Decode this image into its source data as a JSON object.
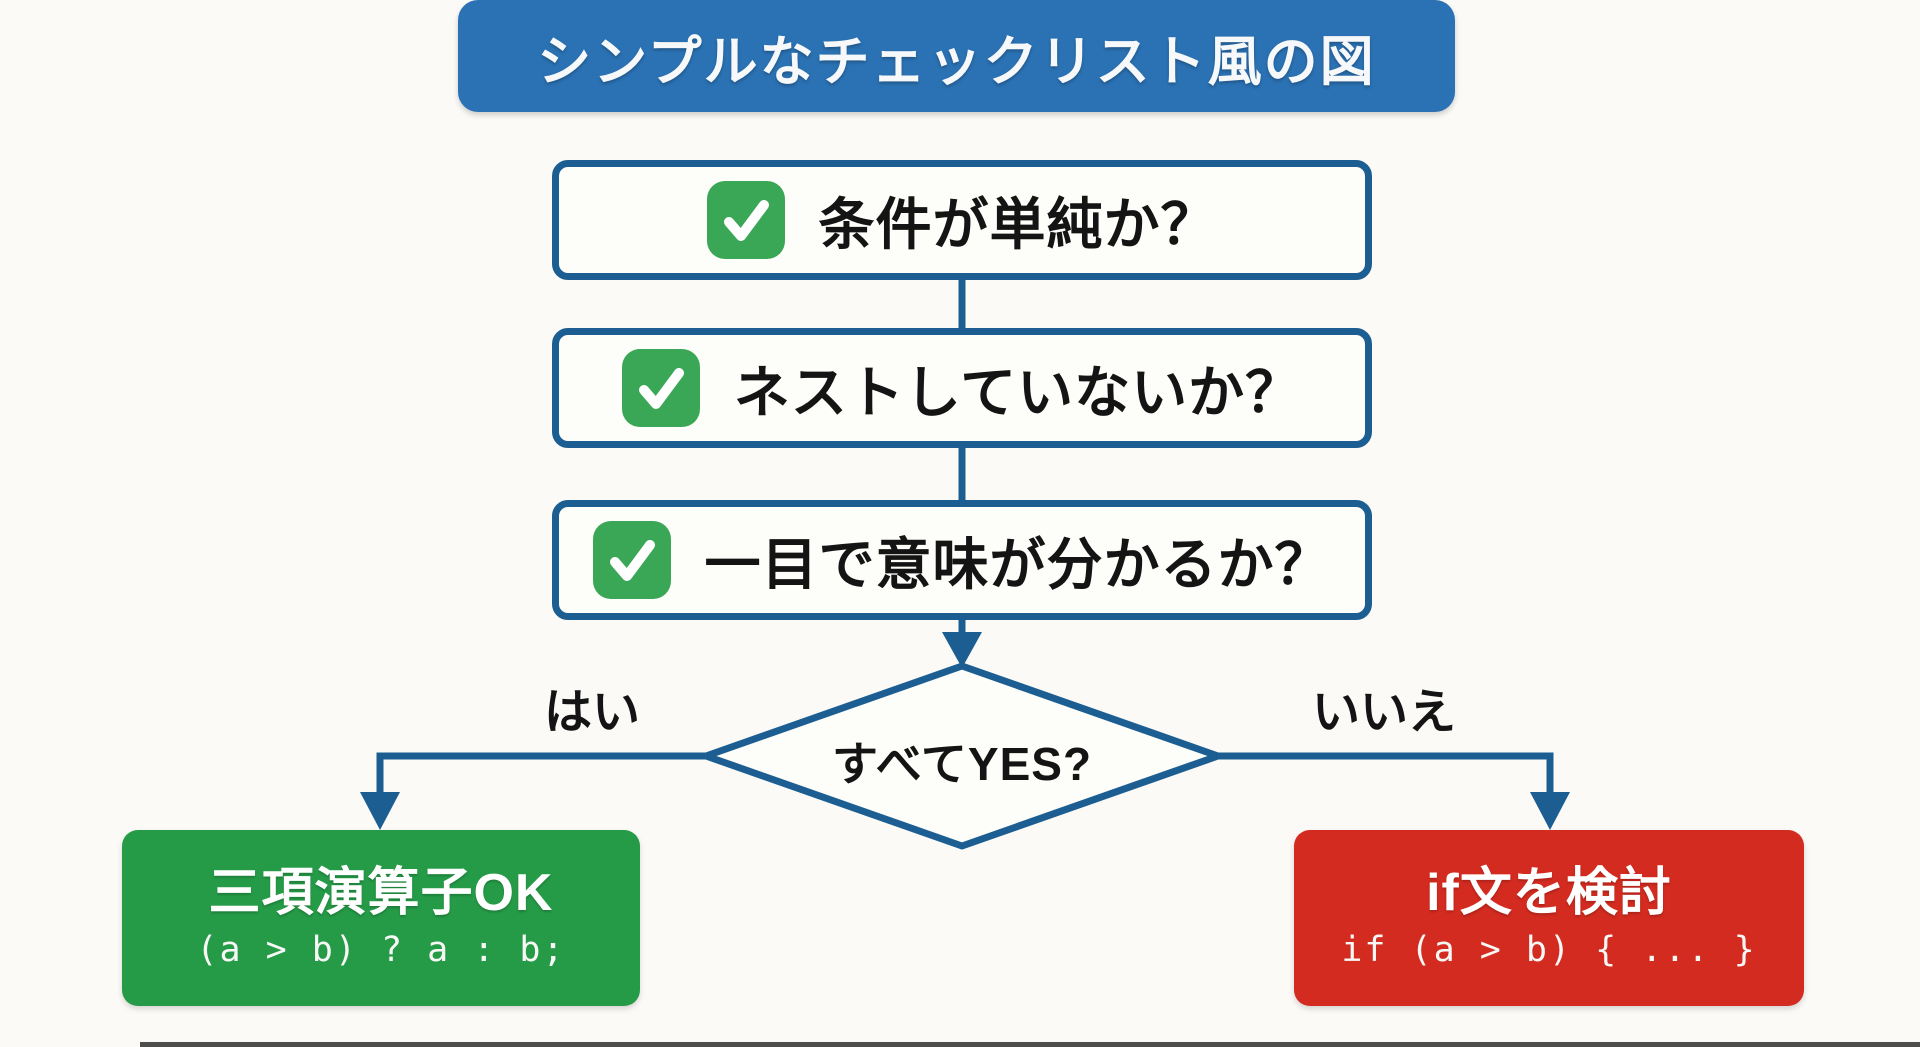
{
  "title": "シンプルなチェックリスト風の図",
  "checklist": {
    "items": [
      {
        "icon": "check-icon",
        "label": "条件が単純か？"
      },
      {
        "icon": "check-icon",
        "label": "ネストしていないか？"
      },
      {
        "icon": "check-icon",
        "label": "一目で意味が分かるか？"
      }
    ]
  },
  "decision": {
    "label": "すべてYES?",
    "yes_label": "はい",
    "no_label": "いいえ"
  },
  "outcomes": {
    "yes": {
      "title": "三項演算子OK",
      "code": "(a > b) ? a : b;"
    },
    "no": {
      "title": "if文を検討",
      "code": "if (a > b) { ... }"
    }
  },
  "colors": {
    "background": "#fbfaf7",
    "banner_blue": "#2b72b4",
    "wire_blue": "#1c5e92",
    "check_green": "#3aa756",
    "ok_green": "#259b47",
    "warn_red": "#d32b20",
    "text_black": "#141414",
    "text_white": "#ffffff"
  }
}
